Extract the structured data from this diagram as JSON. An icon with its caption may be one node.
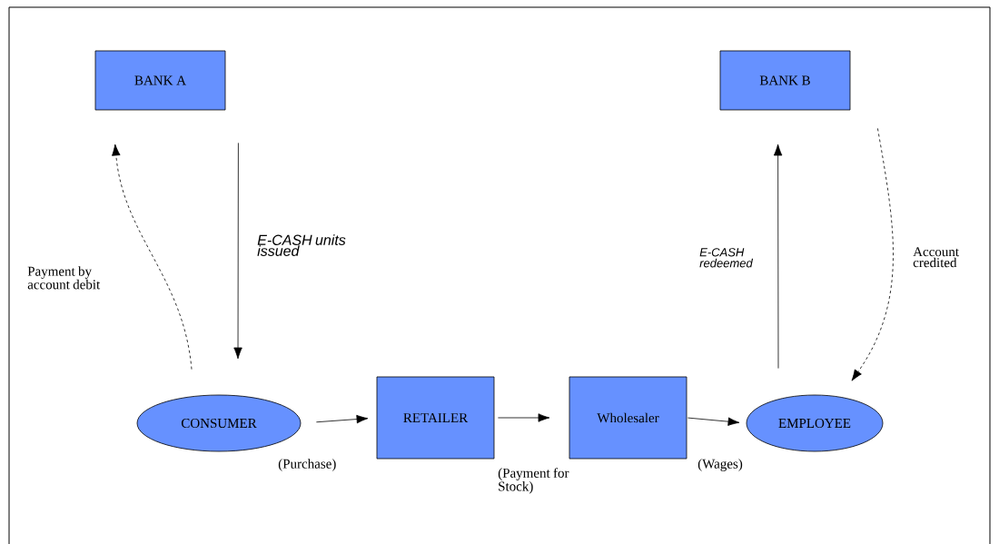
{
  "diagram": {
    "nodes": [
      {
        "text": [
          "BANK  A"
        ]
      },
      {
        "text": [
          "BANK  B"
        ]
      },
      {
        "text": [
          "CONSUMER"
        ]
      },
      {
        "text": [
          "RETAILER"
        ]
      },
      {
        "text": [
          "Wholesaler"
        ]
      },
      {
        "text": [
          "EMPLOYEE"
        ]
      }
    ],
    "edges": [
      {
        "from": 2,
        "to": 0,
        "arrow": "to",
        "style": "dashed",
        "label": "Payment by account debit"
      },
      {
        "from": 0,
        "to": 2,
        "arrow": "to",
        "label": "*E-CASH units issued*"
      },
      {
        "from": 2,
        "to": 3,
        "arrow": "to",
        "label": "(Purchase)"
      },
      {
        "from": 3,
        "to": 4,
        "arrow": "to",
        "label": "(Payment for Stock)"
      },
      {
        "from": 4,
        "to": 5,
        "arrow": "to",
        "label": "(Wages)"
      },
      {
        "from": 5,
        "to": 1,
        "arrow": "to",
        "label": "*E-CASH redeemed*"
      },
      {
        "from": 1,
        "to": 5,
        "arrow": "to",
        "style": "dashed",
        "label": "Account credited"
      }
    ]
  }
}
